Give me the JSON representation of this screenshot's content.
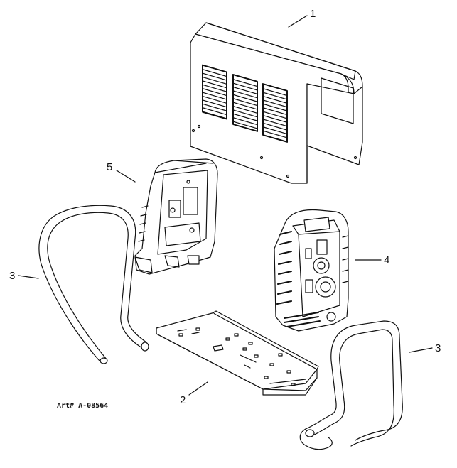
{
  "diagram": {
    "callouts": [
      {
        "id": "cover",
        "label": "1"
      },
      {
        "id": "base-plate",
        "label": "2"
      },
      {
        "id": "handle-left",
        "label": "3"
      },
      {
        "id": "handle-right",
        "label": "3"
      },
      {
        "id": "front-panel",
        "label": "4"
      },
      {
        "id": "rear-panel",
        "label": "5"
      }
    ],
    "art_number": "Art# A-08564"
  }
}
